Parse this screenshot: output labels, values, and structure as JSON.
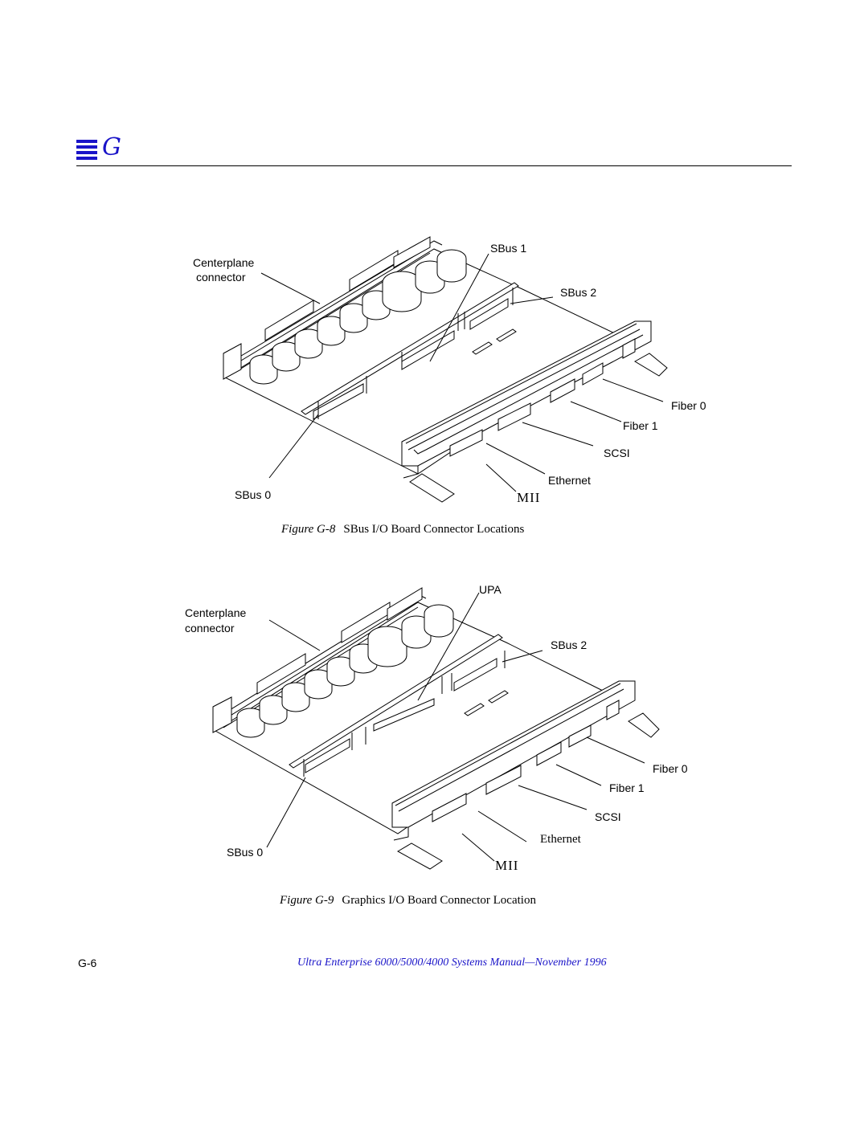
{
  "header": {
    "chapter_letter": "G",
    "icon": "chapter-bars-icon",
    "accent_color": "#1a14c8"
  },
  "figure_g8": {
    "labels": {
      "centerplane": "Centerplane",
      "connector": "connector",
      "sbus1": "SBus 1",
      "sbus2": "SBus 2",
      "fiber0": "Fiber 0",
      "fiber1": "Fiber 1",
      "scsi": "SCSI",
      "ethernet": "Ethernet",
      "sbus0": "SBus 0",
      "mii": "MII"
    },
    "caption_number": "Figure G-8",
    "caption_text": "SBus I/O Board Connector Locations"
  },
  "figure_g9": {
    "labels": {
      "upa": "UPA",
      "centerplane": "Centerplane",
      "connector": "connector",
      "sbus2": "SBus 2",
      "fiber0": "Fiber 0",
      "fiber1": "Fiber 1",
      "scsi": "SCSI",
      "ethernet": "Ethernet",
      "sbus0": "SBus 0",
      "mii": "MII"
    },
    "caption_number": "Figure G-9",
    "caption_text": "Graphics I/O Board Connector Location"
  },
  "footer": {
    "page_number": "G-6",
    "title": "Ultra Enterprise 6000/5000/4000 Systems Manual—November 1996"
  }
}
